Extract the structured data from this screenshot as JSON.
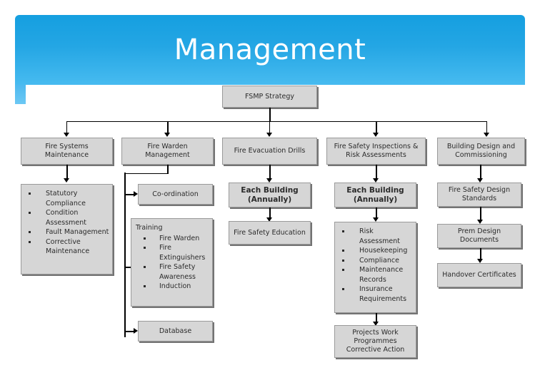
{
  "banner": {
    "title": "Management",
    "accent_top": "#159fe0",
    "accent_bottom": "#47bbf0"
  },
  "diagram": {
    "root": {
      "label": "FSMP Strategy"
    },
    "columns": [
      {
        "header": "Fire Systems Maintenance",
        "list": {
          "title": "",
          "items": [
            "Statutory Compliance",
            "Condition Assessment",
            "Fault Management",
            "Corrective Maintenance"
          ]
        }
      },
      {
        "header": "Fire Warden Management",
        "node1": "Co-ordination",
        "training": {
          "title": "Training",
          "items": [
            "Fire Warden",
            "Fire Extinguishers",
            "Fire Safety Awareness",
            "Induction"
          ]
        },
        "node2": "Database"
      },
      {
        "header": "Fire Evacuation Drills",
        "node1": "Each Building (Annually)",
        "node2": "Fire Safety Education"
      },
      {
        "header": "Fire Safety Inspections & Risk Assessments",
        "node1": "Each Building (Annually)",
        "list": {
          "items": [
            "Risk Assessment",
            "Housekeeping",
            "Compliance",
            "Maintenance Records",
            "Insurance Requirements"
          ]
        },
        "node2": "Projects Work Programmes Corrective Action"
      },
      {
        "header": "Building Design and Commissioning",
        "node1": "Fire Safety Design Standards",
        "node2": "Prem Design Documents",
        "node3": "Handover Certificates"
      }
    ]
  }
}
